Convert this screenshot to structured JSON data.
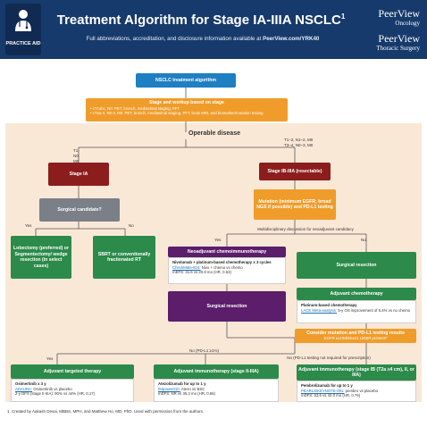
{
  "header": {
    "title": "Treatment Algorithm for Stage IA-IIIA NSCLC",
    "title_sup": "1",
    "subtitle_prefix": "Full abbreviations, accreditation, and disclosure information available at ",
    "subtitle_link": "PeerView.com/YRK40",
    "badge_label": "PRACTICE AID",
    "brand1": "PeerView",
    "brand1_sub": "Oncology",
    "brand2": "PeerView",
    "brand2_sub": "Thoracic Surgery"
  },
  "flow": {
    "start": "NSCLC treatment algorithm",
    "staging": {
      "title_a": "Stage",
      "title_b": " and workup based on stage",
      "line1": "• cT1abc, N0: PET, bronch, mediastinal staging, PFT",
      "line2": "• cT2a-4, N0-3, M0: PET, bronch, mediastinal staging, PFT, brain MRI, and biomarker/mutation testing"
    },
    "operable": "Operable disease",
    "left_stage_label": "T1\nN0\nM0",
    "right_stage_label": "T1–2, N1–2, M0\nT3–4, N0–3, M0",
    "stage_ia": "Stage IA",
    "stage_ib": "Stage IB-IIIA (resectable)",
    "surgical_candidate": "Surgical candidate?",
    "yes1": "Yes",
    "no1": "No",
    "lobectomy": "Lobectomy (preferred) or Segmentectomy/ wedge resection (in select cases)",
    "sbrt": "SBRT or conventionally fractionated RT",
    "mutation": "Mutation (minimum EGFR; broad NGS if possible) and PD-L1 testing",
    "multidisciplinary": "Multidisciplinary discussion for neoadjuvant candidacy",
    "yes2": "Yes",
    "no2": "No",
    "neoadjuvant": "Neoadjuvant chemoimmunotherapy",
    "nivolumab_title": "Nivolumab + platinum-based chemotherapy x 3 cycles",
    "nivolumab_trial": "CheckMate-816:",
    "nivolumab_trial_rest": " Nivo + chemo vs chemo",
    "nivolumab_result": "mEFS: 31.6 vs 20.8 mo (HR, 0.63)",
    "surgical_resection_left": "Surgical resection",
    "surgical_resection_right": "Surgical resection",
    "adjuvant_chemo": "Adjuvant chemotherapy",
    "platinum_title": "Platinum-based chemotherapy",
    "platinum_trial": "LACE Meta-analysis:",
    "platinum_trial_rest": " 5-y OS improvement of 5.4% vs no chemo",
    "consider": "Consider mutation and PD-L1 testing results",
    "consider_sub": "EGFR ex19del/ex21 L858R present?",
    "yes3": "Yes",
    "no_pdl1": "No (PD-L1 ≥1%)",
    "no_pdl1_not_required": "No (PD-L1 testing not required for prescription)",
    "adjuvant_targeted": "Adjuvant targeted therapy",
    "adjuvant_immuno_2": "Adjuvant immunotherapy (stage II-IIIA)",
    "adjuvant_immuno_ib": "Adjuvant immunotherapy (stage IB (T2a ≥4 cm), II, or IIIA)",
    "osimertinib_title": "Osimertinib x 3 y",
    "osimertinib_trial": "ADAURA:",
    "osimertinib_trial_rest": " Osimertinib vs placebo",
    "osimertinib_result": "2-y DFS (stage II-IIIA): 90% vs 44% (HR, 0.17)",
    "atezolizumab_title": "Atezolizumab for up to 1 y",
    "atezolizumab_trial": "IMpower010:",
    "atezolizumab_trial_rest": " Atezo vs BSC",
    "atezolizumab_result": "mDFS: NR vs 35.3 mo (HR, 0.66)",
    "pembro_title": "Pembrolizumab for up to 1 y",
    "pembro_trial": "PEARLS/KEYNOTE-091:",
    "pembro_trial_rest": " pembro vs placebo",
    "pembro_result": "mDFS: 53.6 vs 42.0 mo (HR, 0.76)"
  },
  "footnote": "1. Created by Aakash Desai, MBBS, MPH, and Matthew Ho, MD, PhD. Used with permission from the authors.",
  "colors": {
    "header": "#163a6b",
    "blue": "#1e7fc2",
    "orange": "#ef9c2a",
    "red": "#8c1d1d",
    "purple": "#5c1d6b",
    "green": "#2c8a4a",
    "gray": "#7a7f88",
    "background": "#fae8d7"
  }
}
